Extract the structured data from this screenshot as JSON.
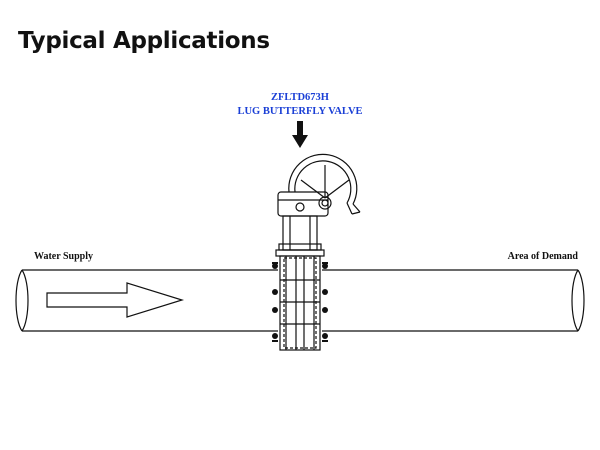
{
  "page": {
    "title": "Typical Applications"
  },
  "valve": {
    "model": "ZFLTD673H",
    "type": "LUG BUTTERFLY VALVE"
  },
  "pipeline": {
    "inlet_label": "Water Supply",
    "outlet_label": "Area of Demand"
  },
  "colors": {
    "label_accent": "#1a3fd6",
    "line": "#111111"
  },
  "icons": {
    "pointer": "arrow-down-icon",
    "flow": "flow-arrow-icon"
  }
}
